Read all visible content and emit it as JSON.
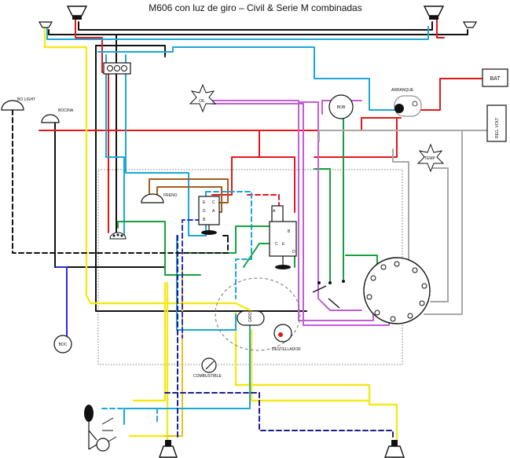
{
  "title": "M606 con luz de giro – Civil & Serie M combinadas",
  "labels": {
    "bat": "BAT",
    "reg_volt": "REG. VOLT",
    "arranque": "ARRANQUE",
    "bob": "BOB",
    "oil": "OIL",
    "temp": "TEMP",
    "bo_light": "BO LIGHT",
    "bocina": "BOCINA",
    "freno": "FRENO",
    "boc": "BOC",
    "giro": "GIRO",
    "destellador": "DESTELLADOR",
    "combustible": "COMBUSTIBLE",
    "sw_a": "A",
    "sw_b": "B",
    "sw_c": "C",
    "sw_d": "D",
    "sw_e": "E"
  },
  "colors": {
    "red": "#e3161b",
    "black": "#111111",
    "yellow": "#f5e81c",
    "cyan": "#1aa7d8",
    "green": "#16a23b",
    "blue": "#2b2fd6",
    "navy": "#1a1f8f",
    "purple": "#c45cd8",
    "brown": "#a65a1c",
    "gray": "#a8a8a8",
    "gold": "#e8c21a"
  }
}
